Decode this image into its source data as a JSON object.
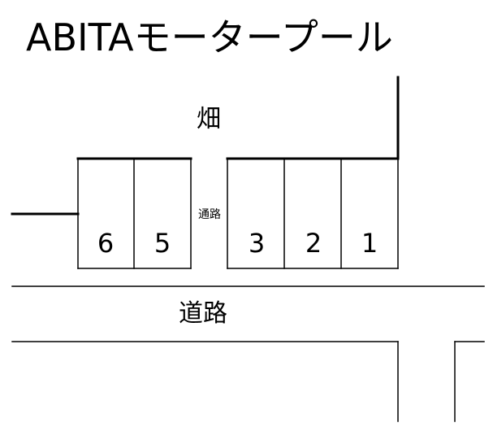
{
  "title": "ABITAモータープール",
  "labels": {
    "field": "畑",
    "passage": "通路",
    "road": "道路"
  },
  "spaces": [
    "6",
    "5",
    "3",
    "2",
    "1"
  ],
  "colors": {
    "line": "#000000",
    "background": "#ffffff"
  }
}
